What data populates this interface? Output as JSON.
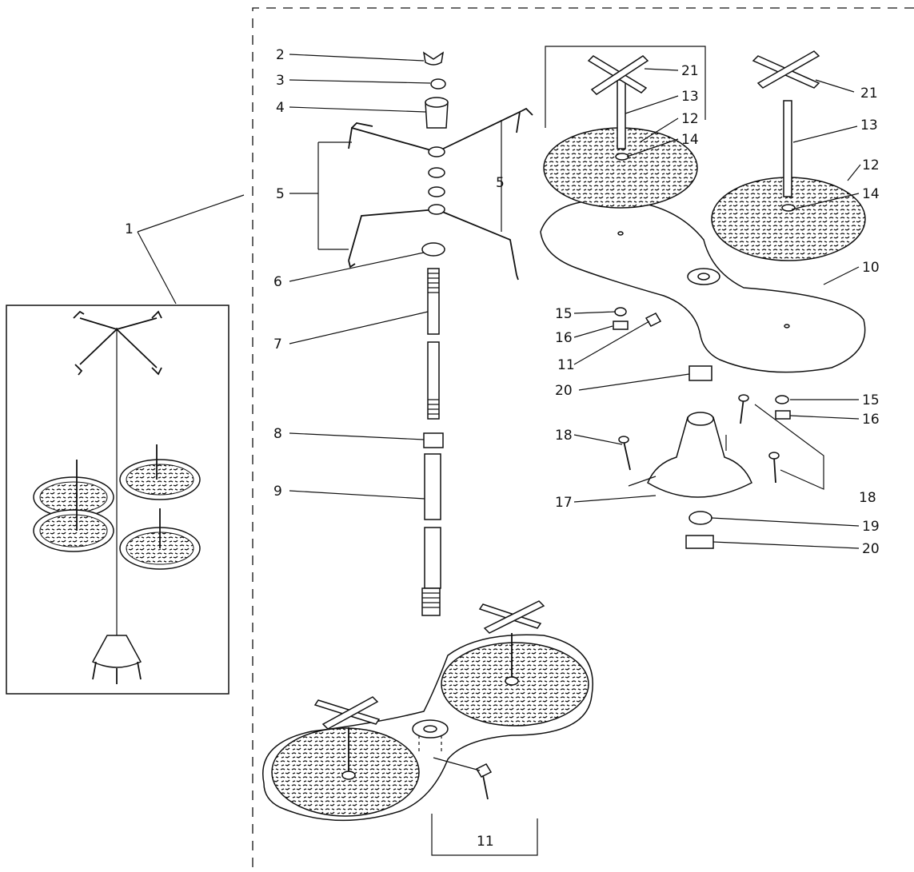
{
  "callouts": {
    "c1": "1",
    "c2": "2",
    "c3": "3",
    "c4": "4",
    "c5a": "5",
    "c5b": "5",
    "c6": "6",
    "c7": "7",
    "c8": "8",
    "c9": "9",
    "c10": "10",
    "c11a": "11",
    "c11b": "11",
    "c12a": "12",
    "c12b": "12",
    "c13a": "13",
    "c13b": "13",
    "c14a": "14",
    "c14b": "14",
    "c15a": "15",
    "c15b": "15",
    "c16a": "16",
    "c16b": "16",
    "c17": "17",
    "c18a": "18",
    "c18b": "18",
    "c19": "19",
    "c20a": "20",
    "c20b": "20",
    "c21a": "21",
    "c21b": "21"
  }
}
